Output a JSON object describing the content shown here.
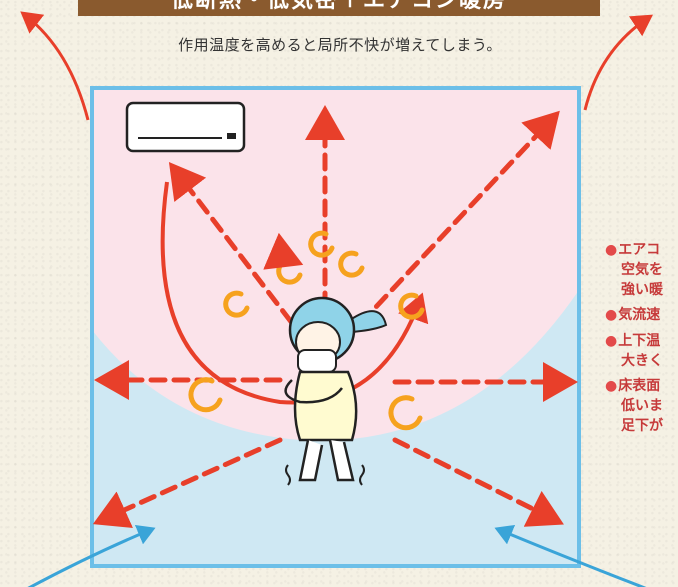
{
  "title": "低断熱・低気密＋エアコン暖房",
  "subtitle": "作用温度を高めると局所不快が増えてしまう。",
  "notes": [
    {
      "line1": "エアコ",
      "line2": "空気を",
      "line3": "強い暖"
    },
    {
      "line1": "気流速"
    },
    {
      "line1": "上下温",
      "line2": "大きく"
    },
    {
      "line1": "床表面",
      "line2": "低いま",
      "line3": "足下が"
    }
  ],
  "colors": {
    "warm_zone": "#fbe3ea",
    "cold_zone": "#cfe8f3",
    "room_border": "#6cbfe8",
    "arrow_red": "#e83f2a",
    "swirl_orange": "#f6a21e",
    "banner": "#8a5a2e",
    "note_red": "#c63a3a"
  },
  "icons": [
    "air-conditioner-icon",
    "shivering-woman-icon",
    "swirl-icon"
  ]
}
